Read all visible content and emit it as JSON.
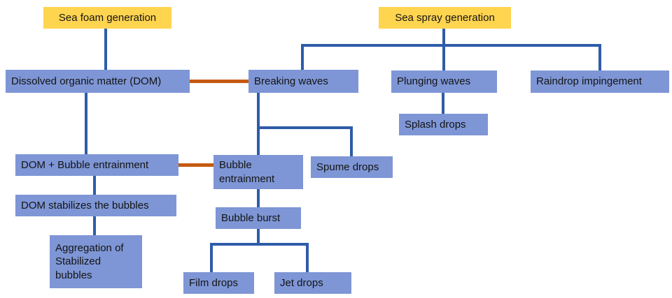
{
  "title": "Sea foam and sea spray generation flowchart",
  "colors": {
    "yellow_box": "#FFD44F",
    "blue_box": "#7E96D6",
    "line_blue": "#2E5CA8",
    "line_orange": "#C55A11"
  },
  "nodes": {
    "sea_foam": "Sea foam generation",
    "sea_spray": "Sea spray generation",
    "dom": "Dissolved organic matter (DOM)",
    "breaking_waves": "Breaking waves",
    "plunging_waves": "Plunging waves",
    "raindrop": "Raindrop impingement",
    "splash_drops": "Splash drops",
    "dom_bubble": "DOM + Bubble entrainment",
    "bubble_entrainment": "Bubble entrainment",
    "spume_drops": "Spume drops",
    "dom_stabilizes": "DOM stabilizes the bubbles",
    "bubble_burst": "Bubble burst",
    "aggregation": "Aggregation of Stabilized bubbles",
    "film_drops": "Film drops",
    "jet_drops": "Jet drops"
  },
  "edges": [
    {
      "from": "sea_foam",
      "to": "dom",
      "color": "blue"
    },
    {
      "from": "sea_spray",
      "to": "breaking_waves",
      "color": "blue"
    },
    {
      "from": "sea_spray",
      "to": "plunging_waves",
      "color": "blue"
    },
    {
      "from": "sea_spray",
      "to": "raindrop",
      "color": "blue"
    },
    {
      "from": "dom",
      "to": "breaking_waves",
      "color": "orange"
    },
    {
      "from": "plunging_waves",
      "to": "splash_drops",
      "color": "blue"
    },
    {
      "from": "breaking_waves",
      "to": "bubble_entrainment",
      "color": "blue"
    },
    {
      "from": "breaking_waves",
      "to": "spume_drops",
      "color": "blue"
    },
    {
      "from": "dom",
      "to": "dom_bubble",
      "color": "blue"
    },
    {
      "from": "dom_bubble",
      "to": "bubble_entrainment",
      "color": "orange"
    },
    {
      "from": "dom_bubble",
      "to": "dom_stabilizes",
      "color": "blue"
    },
    {
      "from": "dom_stabilizes",
      "to": "aggregation",
      "color": "blue"
    },
    {
      "from": "bubble_entrainment",
      "to": "bubble_burst",
      "color": "blue"
    },
    {
      "from": "bubble_burst",
      "to": "film_drops",
      "color": "blue"
    },
    {
      "from": "bubble_burst",
      "to": "jet_drops",
      "color": "blue"
    }
  ]
}
